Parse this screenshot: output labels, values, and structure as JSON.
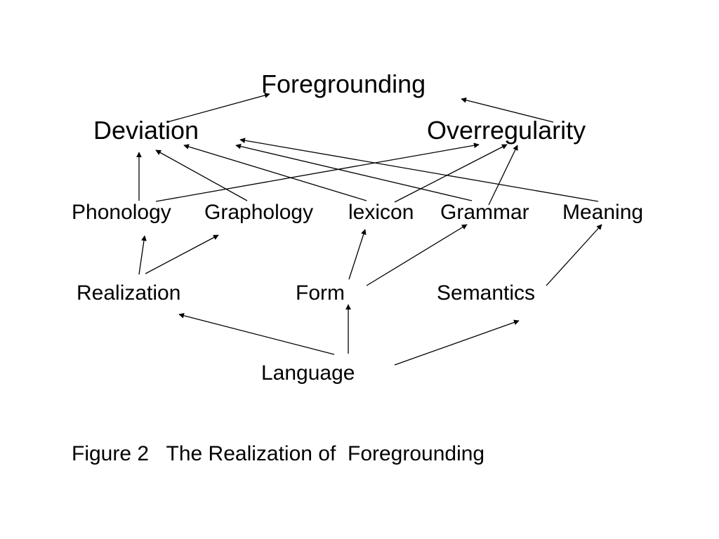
{
  "diagram": {
    "nodes": {
      "foregrounding": "Foregrounding",
      "deviation": "Deviation",
      "overregularity": "Overregularity",
      "phonology": "Phonology",
      "graphology": "Graphology",
      "lexicon": "lexicon",
      "grammar": "Grammar",
      "meaning": "Meaning",
      "realization": "Realization",
      "form": "Form",
      "semantics": "Semantics",
      "language": "Language"
    },
    "caption": "Figure 2   The Realization of  Foregrounding",
    "edges": [
      {
        "from": "Deviation",
        "to": "Foregrounding"
      },
      {
        "from": "Overregularity",
        "to": "Foregrounding"
      },
      {
        "from": "Phonology",
        "to": "Deviation"
      },
      {
        "from": "Graphology",
        "to": "Deviation"
      },
      {
        "from": "lexicon",
        "to": "Deviation"
      },
      {
        "from": "Grammar",
        "to": "Deviation"
      },
      {
        "from": "Meaning",
        "to": "Deviation"
      },
      {
        "from": "Phonology",
        "to": "Overregularity"
      },
      {
        "from": "lexicon",
        "to": "Overregularity"
      },
      {
        "from": "Grammar",
        "to": "Overregularity"
      },
      {
        "from": "Realization",
        "to": "Phonology"
      },
      {
        "from": "Realization",
        "to": "Graphology"
      },
      {
        "from": "Form",
        "to": "lexicon"
      },
      {
        "from": "Form",
        "to": "Grammar"
      },
      {
        "from": "Semantics",
        "to": "Meaning"
      },
      {
        "from": "Language",
        "to": "Realization"
      },
      {
        "from": "Language",
        "to": "Form"
      },
      {
        "from": "Language",
        "to": "Semantics"
      }
    ]
  }
}
